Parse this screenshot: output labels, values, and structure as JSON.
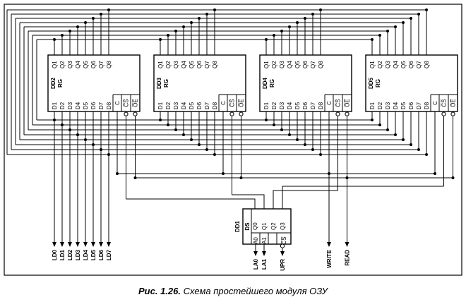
{
  "diagram": {
    "colors": {
      "wire": "#000000",
      "background": "#ffffff"
    },
    "registers": [
      {
        "id": "DD2",
        "type": "RG"
      },
      {
        "id": "DD3",
        "type": "RG"
      },
      {
        "id": "DD4",
        "type": "RG"
      },
      {
        "id": "DD5",
        "type": "RG"
      }
    ],
    "register_pins": {
      "outputs": [
        "Q1",
        "Q2",
        "Q3",
        "Q4",
        "Q5",
        "Q6",
        "Q7",
        "Q8"
      ],
      "inputs": [
        "D1",
        "D2",
        "D3",
        "D4",
        "D5",
        "D6",
        "D7",
        "D8"
      ],
      "controls": [
        {
          "label": "C",
          "inverted": false
        },
        {
          "label": "C̅S̅",
          "inverted": true
        },
        {
          "label": "O̅E̅",
          "inverted": true
        }
      ]
    },
    "decoder": {
      "id": "DD1",
      "type": "DS",
      "outputs": [
        "Q0",
        "Q1",
        "Q2",
        "Q3"
      ],
      "inputs": [
        {
          "label": "A0",
          "inverted": false
        },
        {
          "label": "A1",
          "inverted": false
        },
        {
          "label": "C̅S̅",
          "inverted": true
        }
      ]
    },
    "signals": {
      "data_bus": [
        "LD0",
        "LD1",
        "LD2",
        "LD3",
        "LD4",
        "LD5",
        "LD6",
        "LD7"
      ],
      "address": [
        "LA0",
        "LA1"
      ],
      "decoder_enable": "UPR",
      "write": "WRITE",
      "read": "READ"
    }
  },
  "caption": {
    "prefix": "Рис. 1.26.",
    "text": "Схема простейшего модуля ОЗУ"
  }
}
